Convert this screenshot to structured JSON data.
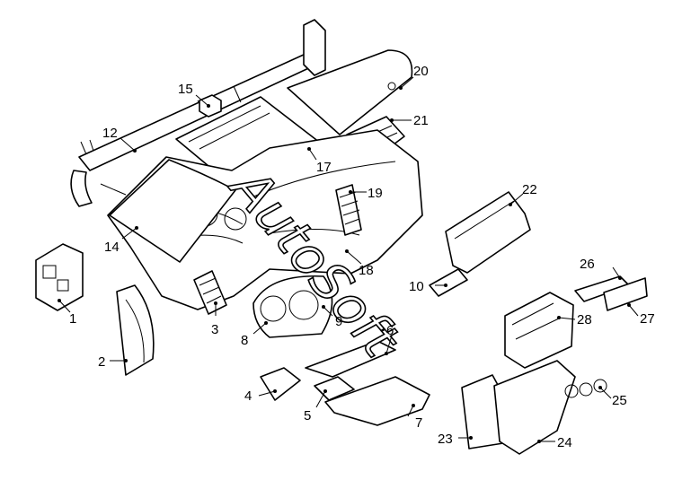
{
  "diagram": {
    "watermark": "AutoSoft",
    "callouts": [
      "1",
      "2",
      "3",
      "4",
      "5",
      "6",
      "7",
      "8",
      "9",
      "10",
      "12",
      "14",
      "15",
      "17",
      "18",
      "19",
      "20",
      "21",
      "22",
      "23",
      "24",
      "25",
      "26",
      "27",
      "28"
    ]
  }
}
